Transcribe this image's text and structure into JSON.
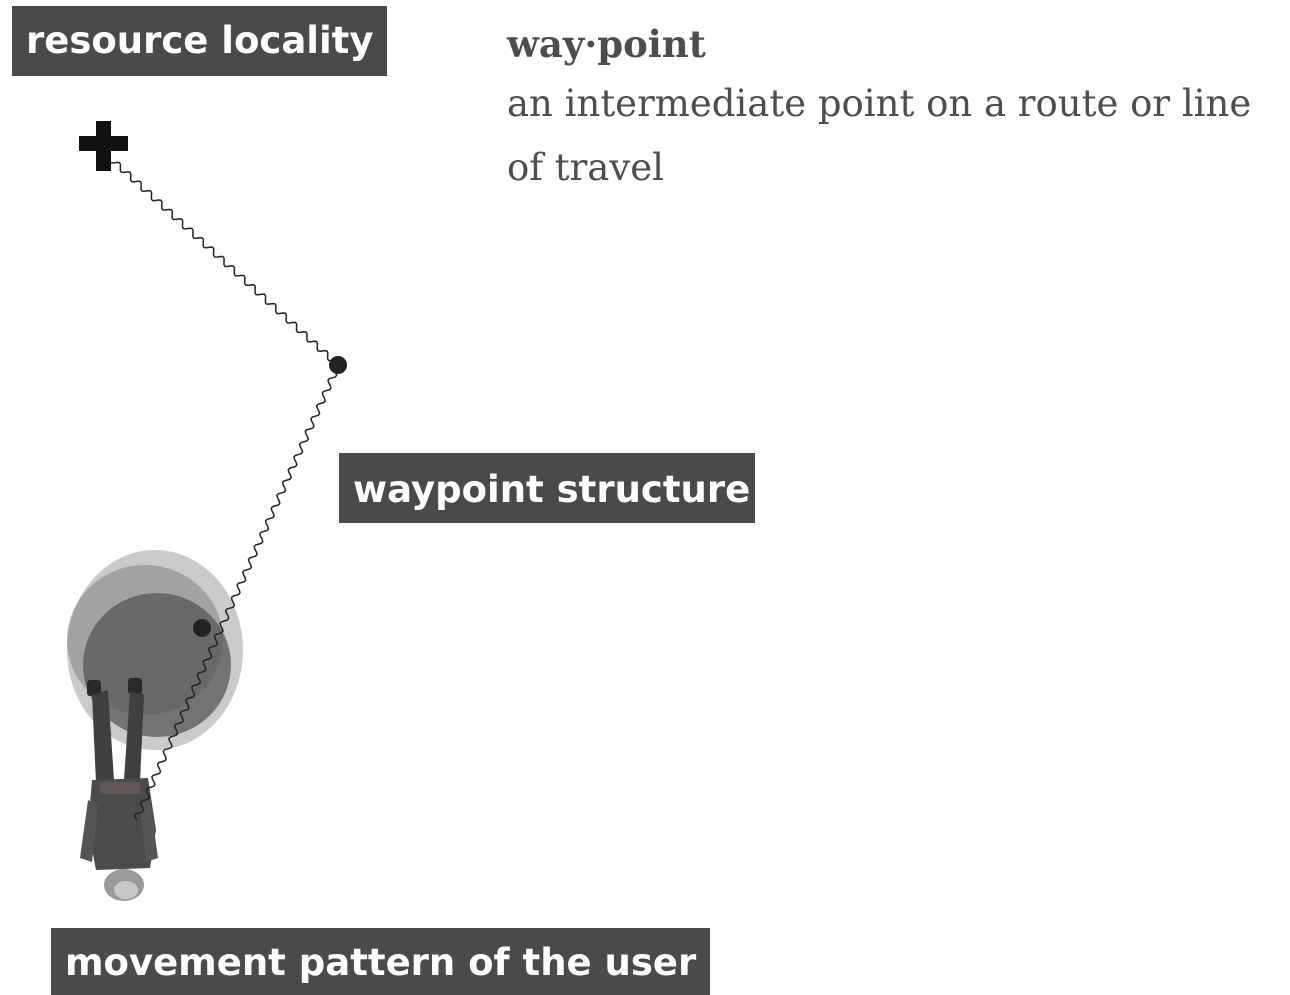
{
  "labels": {
    "resource_locality": "resource locality",
    "waypoint_structure": "waypoint structure",
    "movement_pattern": "movement pattern of the user"
  },
  "definition": {
    "term": "way·point",
    "meaning": "an intermediate point on a route or line of travel"
  },
  "colors": {
    "label_background": "#4a4a4c",
    "label_text": "#ffffff",
    "definition_text": "#4d4d4f",
    "path": "#222222",
    "waypoint": "#222222",
    "blob": "#666666"
  },
  "icons": {
    "resource": "plus-cross-icon",
    "waypoint": "dot-icon",
    "user": "person-top-view-icon"
  }
}
